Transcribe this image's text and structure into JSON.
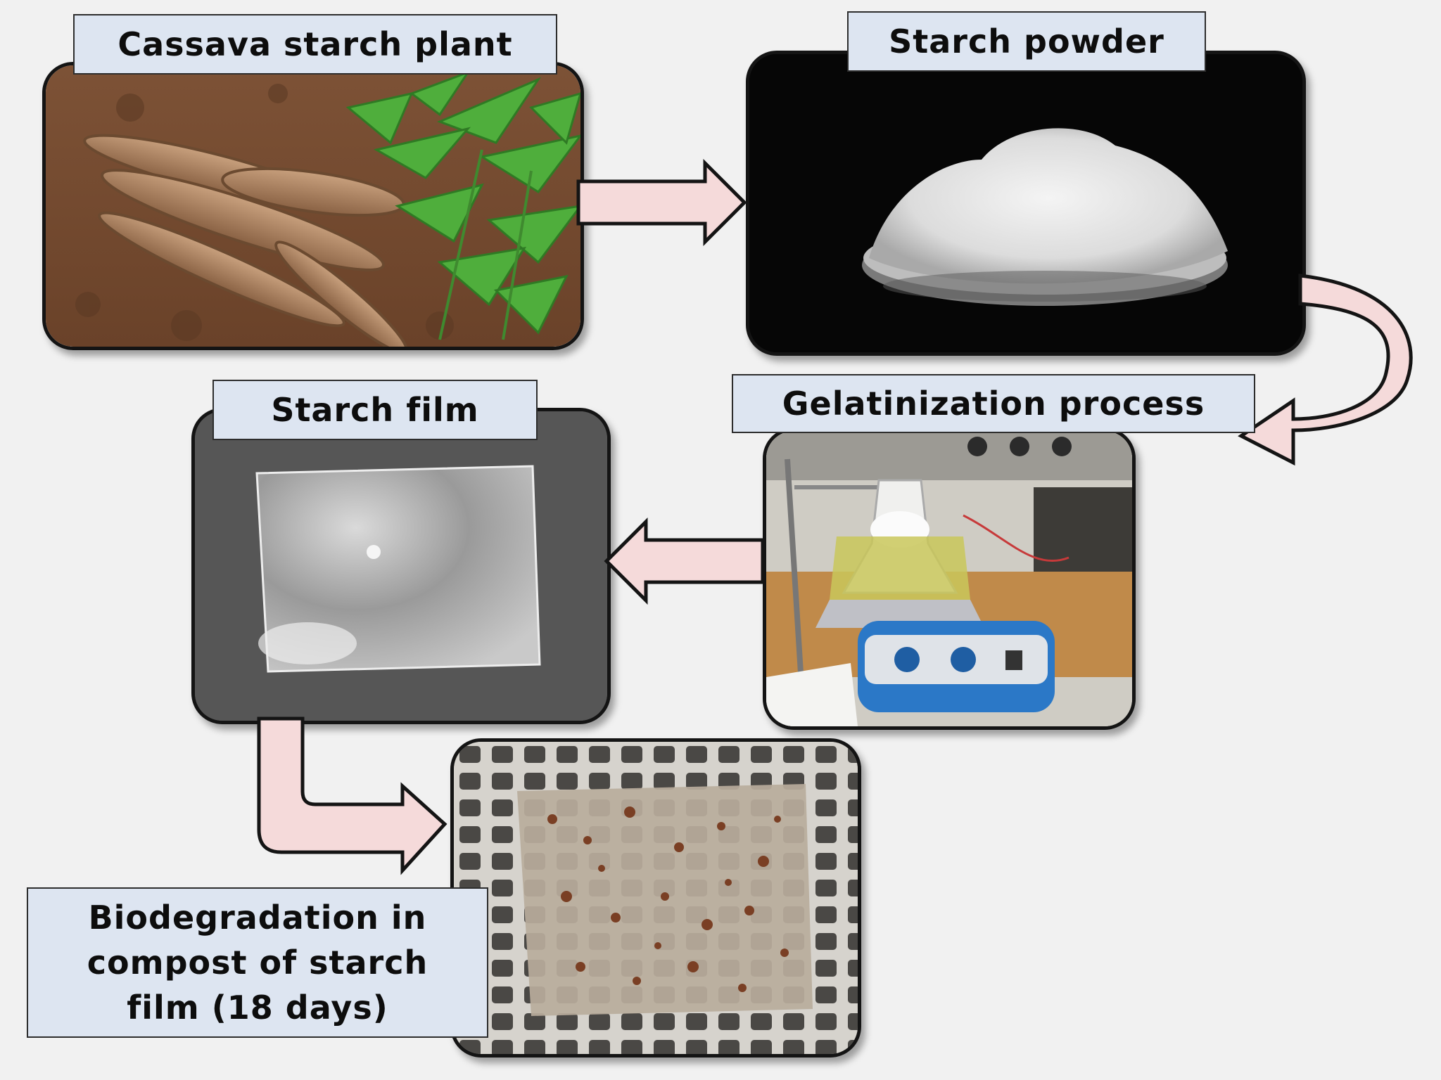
{
  "steps": {
    "plant": {
      "label": "Cassava starch plant",
      "icon": "cassava-plant-photo"
    },
    "powder": {
      "label": "Starch powder",
      "icon": "starch-powder-photo"
    },
    "gelatinization": {
      "label": "Gelatinization process",
      "icon": "hotplate-stirrer-photo"
    },
    "film": {
      "label": "Starch film",
      "icon": "starch-film-photo"
    },
    "biodegradation": {
      "label": "Biodegradation  in\ncompost of starch\nfilm (18 days)",
      "icon": "compost-film-photo"
    }
  },
  "colors": {
    "background": "#f1f1f1",
    "label_fill": "#dde5f1",
    "arrow_fill": "#f5dada",
    "arrow_stroke": "#141414"
  }
}
